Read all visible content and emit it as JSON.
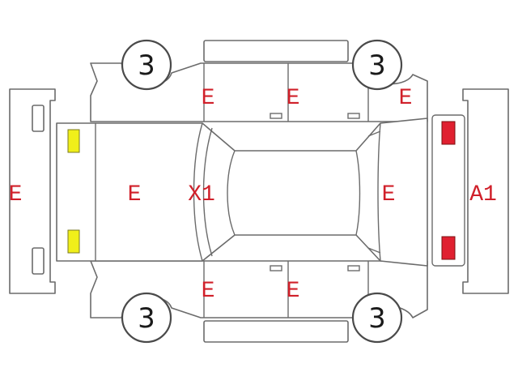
{
  "marks": {
    "front_bumper": "E",
    "hood": "E",
    "windshield": "X1",
    "tailgate": "E",
    "rear_bumper": "A1",
    "upper_front_door": "E",
    "upper_rear_door": "E",
    "upper_rear_fender": "E",
    "lower_front_door": "E",
    "lower_rear_door": "E"
  },
  "wheels": {
    "upper_front": "3",
    "upper_rear": "3",
    "lower_front": "3",
    "lower_rear": "3"
  },
  "lamps": {
    "front_color": "#f0ef1a",
    "rear_color": "#e02030"
  },
  "colors": {
    "grade_text": "#d0202a",
    "outline": "#6b6b6b"
  }
}
